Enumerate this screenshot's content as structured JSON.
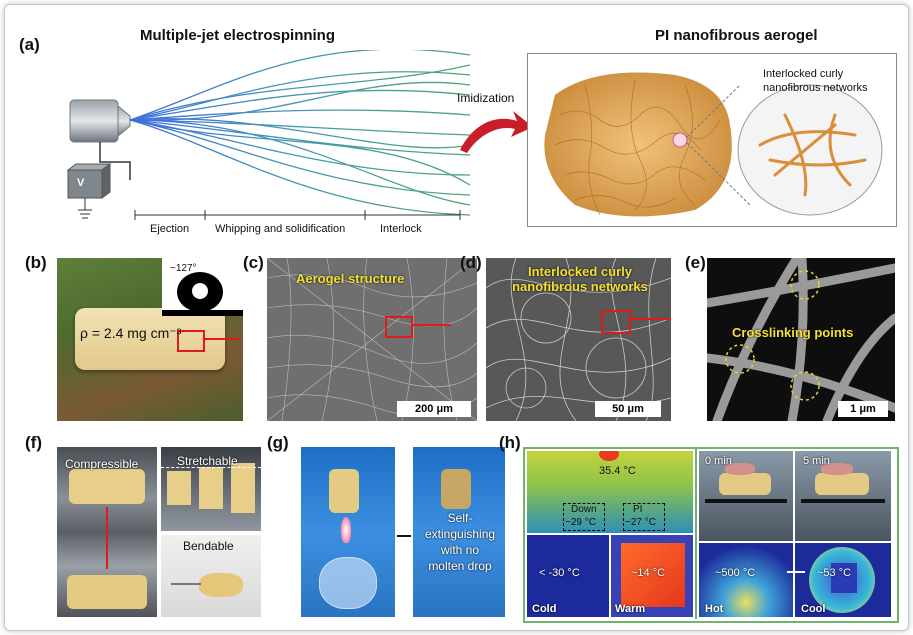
{
  "panel_a": {
    "label": "(a)",
    "title_left": "Multiple-jet electrospinning",
    "title_right": "PI nanofibrous aerogel",
    "voltage": "V",
    "arrow_label": "Imidization",
    "network_label": "Interlocked curly nanofibrous networks",
    "stage_ejection": "Ejection",
    "stage_whipping": "Whipping and solidification",
    "stage_interlock": "Interlock"
  },
  "panel_b": {
    "label": "(b)",
    "angle": "~127°",
    "density": "ρ = 2.4 mg cm⁻³"
  },
  "panel_c": {
    "label": "(c)",
    "caption": "Aerogel structure",
    "scale": "200 μm"
  },
  "panel_d": {
    "label": "(d)",
    "caption": "Interlocked curly nanofibrous networks",
    "scale": "50 μm"
  },
  "panel_e": {
    "label": "(e)",
    "caption": "Crosslinking points",
    "scale": "1 μm"
  },
  "panel_f": {
    "label": "(f)",
    "compressible": "Compressible",
    "stretchable": "Stretchable",
    "bendable": "Bendable"
  },
  "panel_g": {
    "label": "(g)",
    "text": "Self-extinguishing with no molten drop"
  },
  "panel_h": {
    "label": "(h)",
    "temp_top": "35.4 °C",
    "down_label": "Down",
    "down_temp": "~29 °C",
    "pi_label": "PI",
    "pi_temp": "~27 °C",
    "cold_temp": "< -30 °C",
    "warm_temp": "~14 °C",
    "cold": "Cold",
    "warm": "Warm",
    "time0": "0 min",
    "time5": "5 min",
    "hot_temp": "~500 °C",
    "cool_temp": "~53 °C",
    "hot": "Hot",
    "cool": "Cool"
  }
}
